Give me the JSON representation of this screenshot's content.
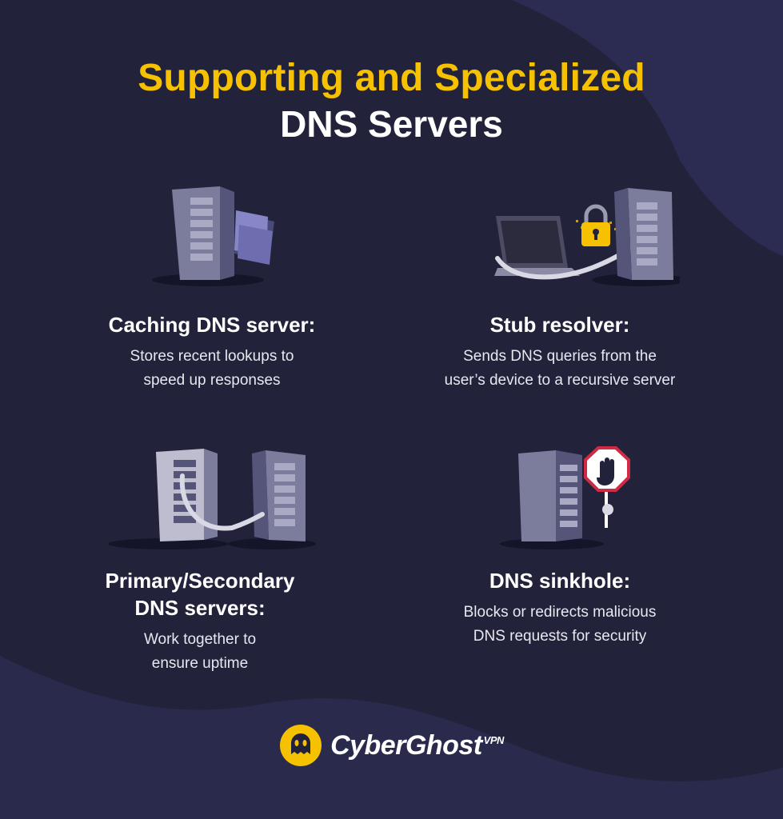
{
  "title": {
    "line1": "Supporting and Specialized",
    "line2": "DNS Servers"
  },
  "cards": [
    {
      "heading": "Caching DNS server:",
      "desc_lines": [
        "Stores recent lookups to",
        "speed up responses"
      ]
    },
    {
      "heading": "Stub resolver:",
      "desc_lines": [
        "Sends DNS queries from the",
        "user’s device to a recursive server"
      ]
    },
    {
      "heading_lines": [
        "Primary/Secondary",
        "DNS servers:"
      ],
      "desc_lines": [
        "Work together to",
        "ensure uptime"
      ]
    },
    {
      "heading": "DNS sinkhole:",
      "desc_lines": [
        "Blocks or redirects malicious",
        "DNS requests for security"
      ]
    }
  ],
  "brand": {
    "name": "CyberGhost",
    "suffix": "VPN",
    "logo": "ghost-logo-icon"
  },
  "colors": {
    "background": "#22223a",
    "accent": "#f6c100",
    "blob": "#2c2c52",
    "server": "#6d6d8c"
  },
  "icons": [
    "server-icon",
    "folder-icon",
    "laptop-icon",
    "padlock-icon",
    "stop-hand-sign-icon",
    "cable-icon"
  ]
}
